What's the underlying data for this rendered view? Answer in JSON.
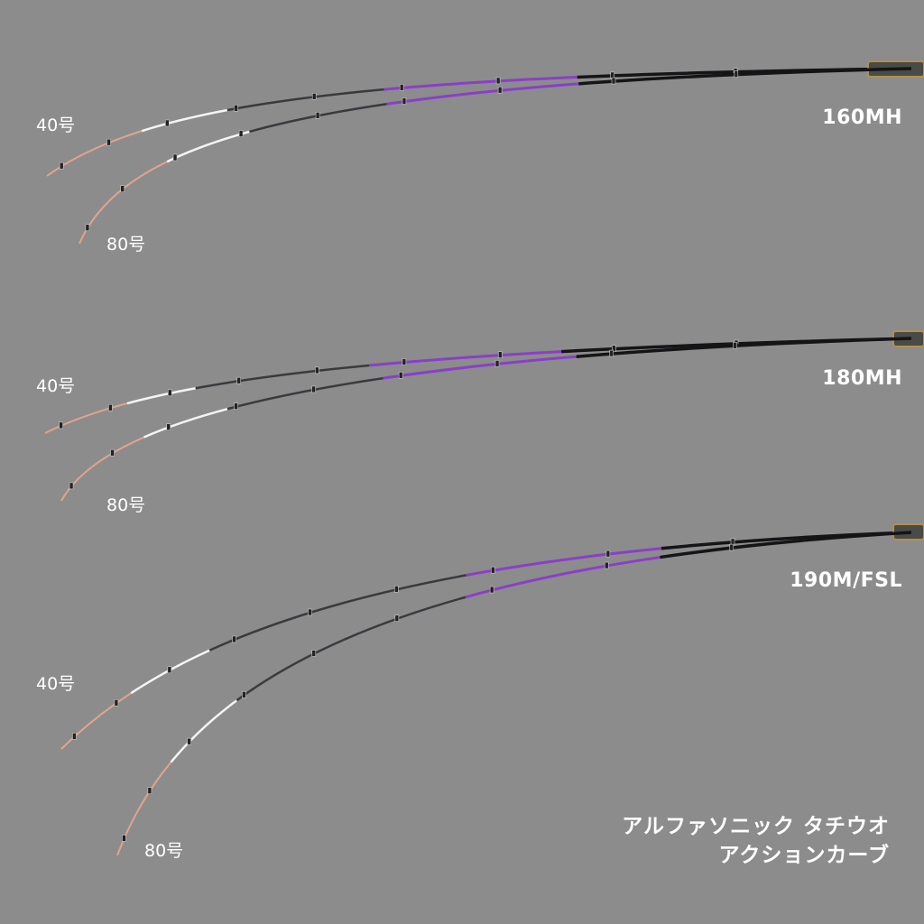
{
  "colors": {
    "background": "#8c8c8c",
    "tip": "#e0a48c",
    "white_section": "#f4f4f4",
    "gray_section": "#3a3a3e",
    "purple_section": "#8a3fc8",
    "blank": "#151517",
    "reel_gold": "#b09050"
  },
  "rods": [
    {
      "model": "160MH",
      "load_light": "40号",
      "load_heavy": "80号"
    },
    {
      "model": "180MH",
      "load_light": "40号",
      "load_heavy": "80号"
    },
    {
      "model": "190M/FSL",
      "load_light": "40号",
      "load_heavy": "80号"
    }
  ],
  "caption": {
    "line1": "アルファソニック タチウオ",
    "line2": "アクションカーブ"
  }
}
